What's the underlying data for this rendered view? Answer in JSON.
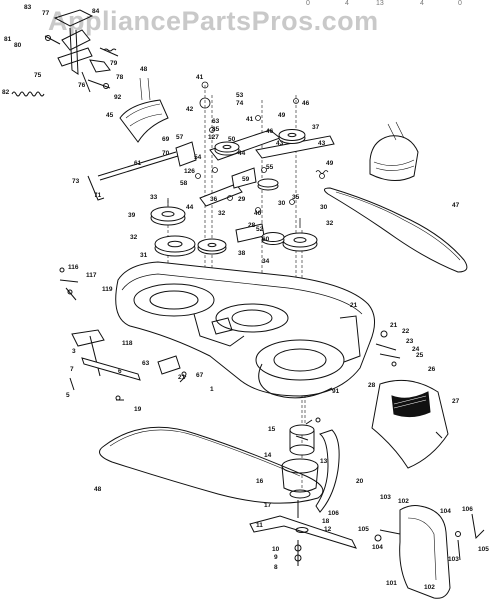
{
  "watermark": "AppliancePartsPros.com",
  "header_fragments": [
    "0",
    "4",
    "13",
    "4",
    "0"
  ],
  "callouts": [
    {
      "n": "83"
    },
    {
      "n": "77"
    },
    {
      "n": "84"
    },
    {
      "n": "81"
    },
    {
      "n": "80"
    },
    {
      "n": "75"
    },
    {
      "n": "79"
    },
    {
      "n": "78"
    },
    {
      "n": "76"
    },
    {
      "n": "92"
    },
    {
      "n": "82"
    },
    {
      "n": "48"
    },
    {
      "n": "45"
    },
    {
      "n": "41"
    },
    {
      "n": "42"
    },
    {
      "n": "53"
    },
    {
      "n": "74"
    },
    {
      "n": "63"
    },
    {
      "n": "85"
    },
    {
      "n": "127"
    },
    {
      "n": "50"
    },
    {
      "n": "44"
    },
    {
      "n": "41"
    },
    {
      "n": "46"
    },
    {
      "n": "49"
    },
    {
      "n": "37"
    },
    {
      "n": "46"
    },
    {
      "n": "43"
    },
    {
      "n": "43"
    },
    {
      "n": "49"
    },
    {
      "n": "57"
    },
    {
      "n": "69"
    },
    {
      "n": "70"
    },
    {
      "n": "54"
    },
    {
      "n": "126"
    },
    {
      "n": "58"
    },
    {
      "n": "59"
    },
    {
      "n": "55"
    },
    {
      "n": "61"
    },
    {
      "n": "71"
    },
    {
      "n": "73"
    },
    {
      "n": "33"
    },
    {
      "n": "44"
    },
    {
      "n": "36"
    },
    {
      "n": "29"
    },
    {
      "n": "32"
    },
    {
      "n": "30"
    },
    {
      "n": "40"
    },
    {
      "n": "35"
    },
    {
      "n": "39"
    },
    {
      "n": "28"
    },
    {
      "n": "30"
    },
    {
      "n": "52"
    },
    {
      "n": "32"
    },
    {
      "n": "60"
    },
    {
      "n": "32"
    },
    {
      "n": "31"
    },
    {
      "n": "38"
    },
    {
      "n": "34"
    },
    {
      "n": "47"
    },
    {
      "n": "116"
    },
    {
      "n": "117"
    },
    {
      "n": "119"
    },
    {
      "n": "118"
    },
    {
      "n": "21"
    },
    {
      "n": "21"
    },
    {
      "n": "22"
    },
    {
      "n": "23"
    },
    {
      "n": "24"
    },
    {
      "n": "25"
    },
    {
      "n": "3"
    },
    {
      "n": "7"
    },
    {
      "n": "6"
    },
    {
      "n": "5"
    },
    {
      "n": "19"
    },
    {
      "n": "63"
    },
    {
      "n": "21"
    },
    {
      "n": "67"
    },
    {
      "n": "1"
    },
    {
      "n": "91"
    },
    {
      "n": "28"
    },
    {
      "n": "26"
    },
    {
      "n": "27"
    },
    {
      "n": "15"
    },
    {
      "n": "14"
    },
    {
      "n": "13"
    },
    {
      "n": "20"
    },
    {
      "n": "48"
    },
    {
      "n": "16"
    },
    {
      "n": "17"
    },
    {
      "n": "11"
    },
    {
      "n": "106"
    },
    {
      "n": "18"
    },
    {
      "n": "12"
    },
    {
      "n": "10"
    },
    {
      "n": "9"
    },
    {
      "n": "8"
    },
    {
      "n": "103"
    },
    {
      "n": "102"
    },
    {
      "n": "105"
    },
    {
      "n": "104"
    },
    {
      "n": "104"
    },
    {
      "n": "106"
    },
    {
      "n": "105"
    },
    {
      "n": "103"
    },
    {
      "n": "101"
    },
    {
      "n": "102"
    }
  ]
}
